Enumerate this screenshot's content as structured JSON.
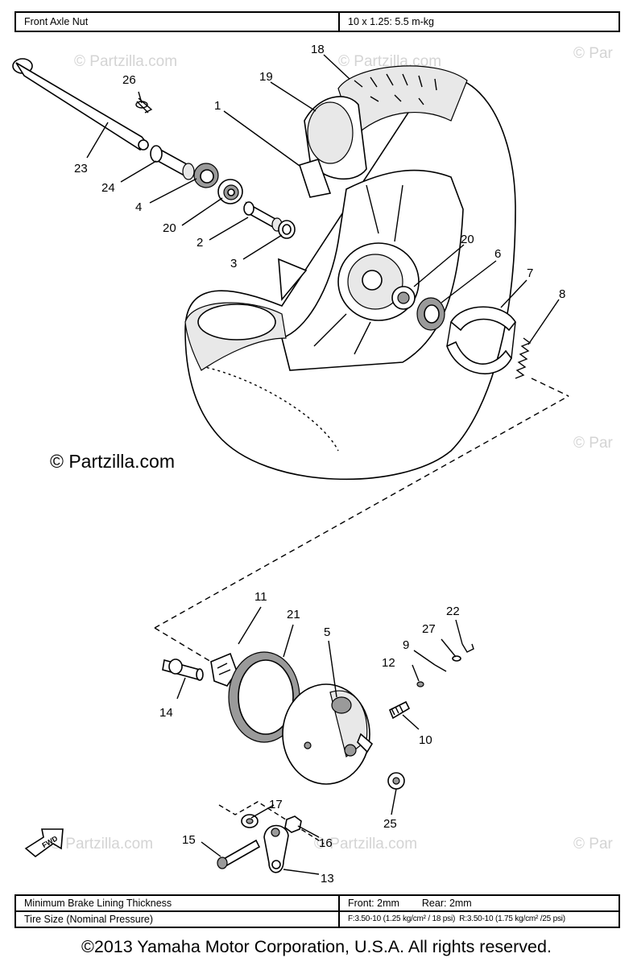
{
  "top_spec": {
    "label": "Front Axle Nut",
    "value": "10 x 1.25: 5.5 m-kg"
  },
  "bottom_spec": {
    "rows": [
      {
        "label": "Minimum Brake Lining Thickness",
        "front": "Front: 2mm",
        "rear": "Rear: 2mm"
      },
      {
        "label": "Tire Size (Nominal Pressure)",
        "front": "F:3.50-10 (1.25 kg/cm² / 18 psi)",
        "rear": "R:3.50-10 (1.75 kg/cm² /25 psi)"
      }
    ]
  },
  "watermark": {
    "text": "© Partzilla.com",
    "text_cut": "© Par"
  },
  "fwd_label": "FWD",
  "callouts": {
    "c1": "1",
    "c2": "2",
    "c3": "3",
    "c4": "4",
    "c5": "5",
    "c6": "6",
    "c7": "7",
    "c8": "8",
    "c9": "9",
    "c10": "10",
    "c11": "11",
    "c12": "12",
    "c13": "13",
    "c14": "14",
    "c15": "15",
    "c16": "16",
    "c17": "17",
    "c18": "18",
    "c19": "19",
    "c20a": "20",
    "c20b": "20",
    "c21": "21",
    "c22": "22",
    "c23": "23",
    "c24": "24",
    "c25": "25",
    "c26": "26",
    "c27": "27"
  },
  "copyright": "©2013 Yamaha Motor Corporation, U.S.A. All rights reserved."
}
